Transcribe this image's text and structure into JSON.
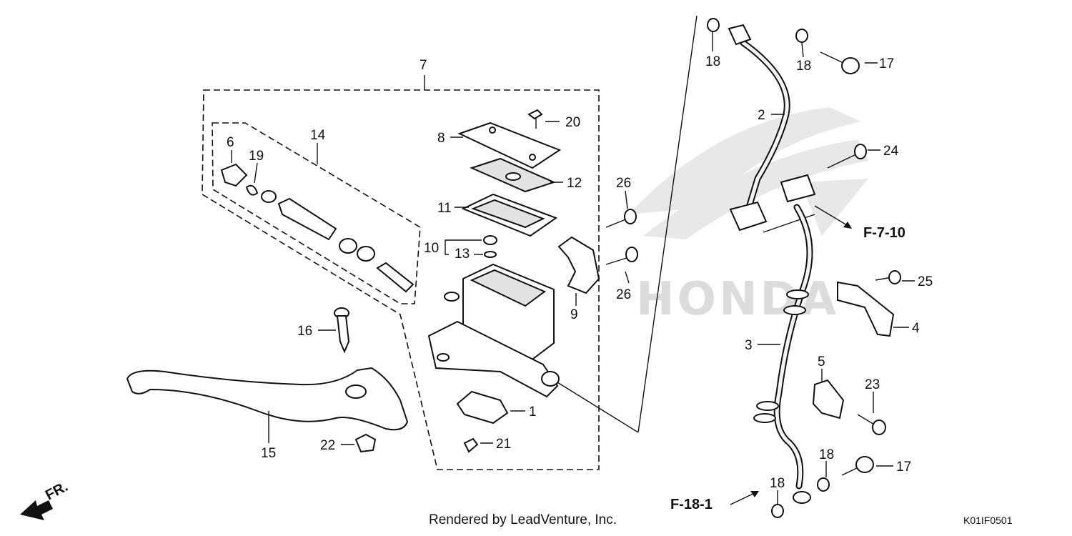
{
  "diagram": {
    "watermark": "HONDA",
    "credit": "Rendered by LeadVenture, Inc.",
    "diagram_code": "K01IF0501",
    "direction_marker": "FR.",
    "refs": {
      "upper": "F-7-10",
      "lower": "F-18-1"
    },
    "callouts": {
      "c1": "1",
      "c2": "2",
      "c3": "3",
      "c4": "4",
      "c5": "5",
      "c6": "6",
      "c7": "7",
      "c8": "8",
      "c9": "9",
      "c10": "10",
      "c11": "11",
      "c12": "12",
      "c13": "13",
      "c14": "14",
      "c15": "15",
      "c16": "16",
      "c17a": "17",
      "c17b": "17",
      "c18a": "18",
      "c18b": "18",
      "c18c": "18",
      "c18d": "18",
      "c19": "19",
      "c20": "20",
      "c21": "21",
      "c22": "22",
      "c23": "23",
      "c24": "24",
      "c25": "25",
      "c26a": "26",
      "c26b": "26"
    }
  }
}
